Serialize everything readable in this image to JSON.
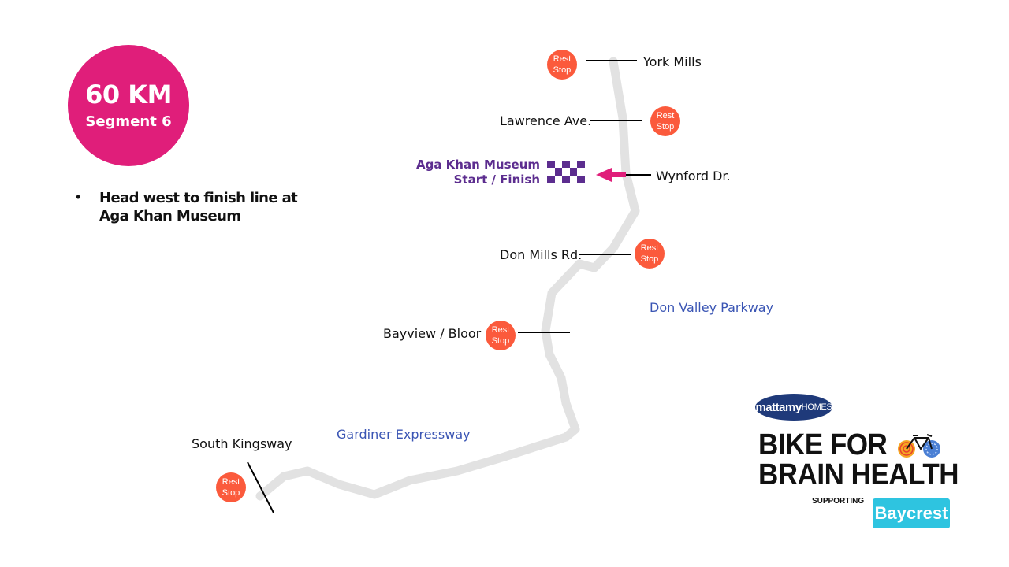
{
  "badge": {
    "distance": "60 KM",
    "segment": "Segment 6",
    "color": "#e01e7a"
  },
  "instructions": [
    "Head west to finish line at Aga Khan Museum"
  ],
  "bullet_glyph": "•",
  "landmarks": {
    "york_mills": "York Mills",
    "lawrence": "Lawrence Ave.",
    "wynford": "Wynford Dr.",
    "don_mills": "Don Mills Rd.",
    "bayview": "Bayview / Bloor",
    "south_kingsway": "South Kingsway"
  },
  "roads": {
    "dvp": "Don Valley Parkway",
    "gardiner": "Gardiner Expressway"
  },
  "rest_stop": {
    "line1": "Rest",
    "line2": "Stop",
    "color": "#fb5a3c"
  },
  "finish": {
    "line1": "Aga Khan Museum",
    "line2": "Start / Finish",
    "color": "#5c2d8f",
    "arrow_color": "#e01e7a"
  },
  "logos": {
    "sponsor_main": "mattamy",
    "sponsor_sub": "HOMES",
    "event_line1": "BIKE FOR",
    "event_line2": "BRAIN HEALTH",
    "supporting": "SUPPORTING",
    "beneficiary": "Baycrest"
  },
  "colors": {
    "route": "#e2e2e2",
    "road_label": "#3a55b4"
  }
}
